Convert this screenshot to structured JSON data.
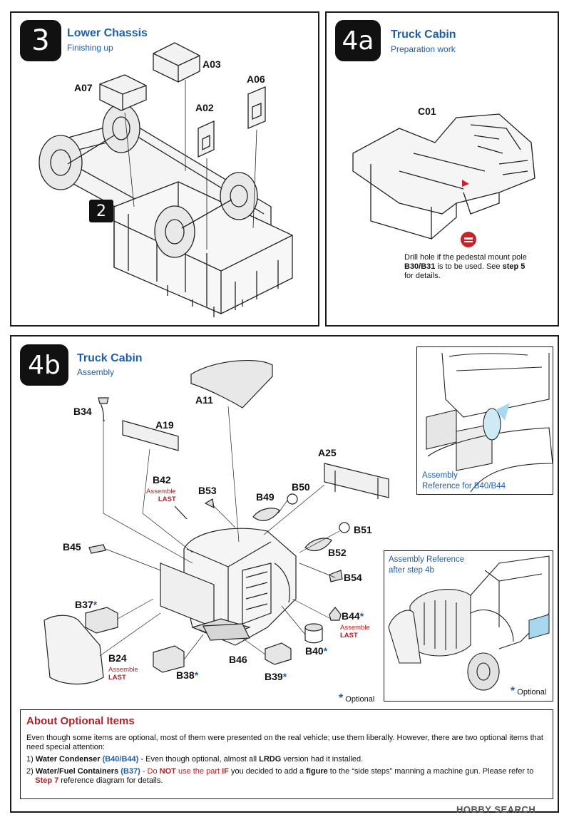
{
  "step3": {
    "number": "3",
    "title": "Lower Chassis",
    "subtitle": "Finishing up",
    "labels": {
      "a03": "A03",
      "a07": "A07",
      "a06": "A06",
      "a02": "A02"
    },
    "ref_step": "2",
    "icons": [
      "chassis-assembly-drawing",
      "part-a03-block",
      "part-a07-block",
      "part-a02-bracket",
      "part-a06-bracket"
    ]
  },
  "step4a": {
    "number": "4a",
    "title": "Truck Cabin",
    "subtitle": "Preparation work",
    "part": "C01",
    "drill_note": {
      "line1": "Drill hole if the pedestal mount pole",
      "parts": "B30/B31",
      "mid": " is to be used.  See ",
      "step": "step 5",
      "line3": "for details."
    },
    "icons": [
      "cabin-floor-drawing",
      "drill-hole-icon"
    ]
  },
  "step4b": {
    "number": "4b",
    "title": "Truck Cabin",
    "subtitle": "Assembly",
    "labels": {
      "a11": "A11",
      "b34": "B34",
      "a19": "A19",
      "b42": "B42",
      "a25": "A25",
      "b50": "B50",
      "b53": "B53",
      "b49": "B49",
      "b51": "B51",
      "b45": "B45",
      "b52": "B52",
      "b54": "B54",
      "b37": "B37",
      "b44": "B44",
      "b40": "B40",
      "b24": "B24",
      "b46": "B46",
      "b38": "B38",
      "b39": "B39"
    },
    "assemble_last": {
      "line1": "Assemble",
      "line2": "LAST"
    },
    "optional_star": "*",
    "optional_legend": "Optional",
    "inset_top": {
      "line1": "Assembly",
      "line2": "Reference for B40/B44"
    },
    "inset_bottom": {
      "line1": "Assembly Reference",
      "line2": "after step 4b"
    },
    "icons": [
      "cabin-exploded-drawing",
      "cab-reference-photo-drawing",
      "truck-front-reference-drawing"
    ]
  },
  "about": {
    "title": "About Optional Items",
    "intro": "Even though some items are optional, most of them were presented on the real vehicle; use them liberally.  However, there are two optional items that need special attention:",
    "item1": {
      "num": "1)",
      "name": "Water Condenser",
      "parts": "(B40/B44)",
      "text1": " - Even though optional, almost all ",
      "bold": "LRDG",
      "text2": " version had it installed."
    },
    "item2": {
      "num": "2)",
      "name": "Water/Fuel Containers",
      "parts": "(B37)",
      "t1": " - Do ",
      "not": "NOT",
      "t2": " use the part ",
      "if": "IF",
      "t3": " you decided to add a ",
      "figure": "figure",
      "t4": " to the “side steps” manning a machine gun.  Please refer to",
      "step": "Step 7",
      "t5": " reference diagram for details."
    }
  },
  "watermark": "HOBBY SEARCH",
  "colors": {
    "accent_blue": "#1f5fa8",
    "accent_red": "#b52025",
    "frame": "#1a1a1a"
  }
}
